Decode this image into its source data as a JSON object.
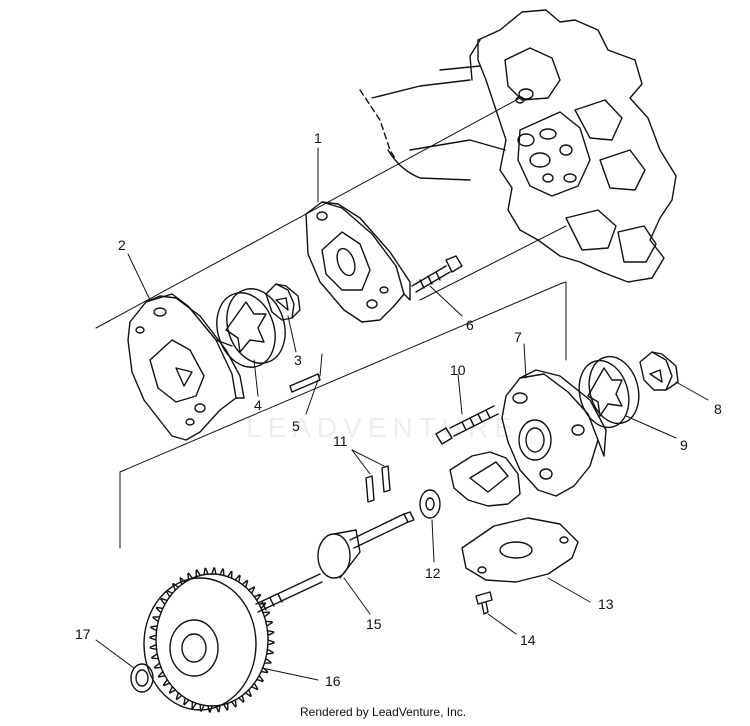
{
  "diagram": {
    "watermark": "LEADVENTURE",
    "footer": "Rendered by LeadVenture, Inc.",
    "callouts": [
      {
        "id": "1",
        "text": "1"
      },
      {
        "id": "2",
        "text": "2"
      },
      {
        "id": "3",
        "text": "3"
      },
      {
        "id": "4",
        "text": "4"
      },
      {
        "id": "5",
        "text": "5"
      },
      {
        "id": "6",
        "text": "6"
      },
      {
        "id": "7",
        "text": "7"
      },
      {
        "id": "8",
        "text": "8"
      },
      {
        "id": "9",
        "text": "9"
      },
      {
        "id": "10",
        "text": "10"
      },
      {
        "id": "11",
        "text": "11"
      },
      {
        "id": "12",
        "text": "12"
      },
      {
        "id": "13",
        "text": "13"
      },
      {
        "id": "14",
        "text": "14"
      },
      {
        "id": "15",
        "text": "15"
      },
      {
        "id": "16",
        "text": "16"
      },
      {
        "id": "17",
        "text": "17"
      }
    ]
  }
}
